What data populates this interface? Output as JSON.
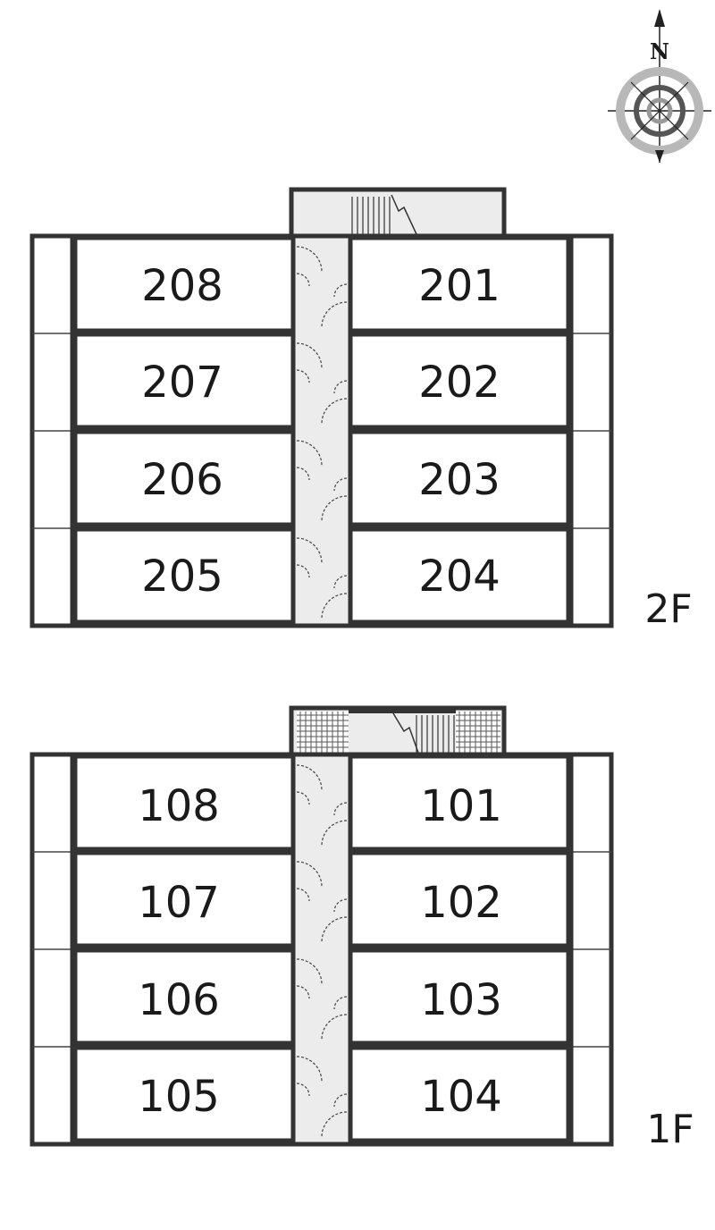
{
  "compass": {
    "letter": "N",
    "icon": "compass-north-icon"
  },
  "floors": [
    {
      "label": "2F",
      "left_rooms": [
        "208",
        "207",
        "206",
        "205"
      ],
      "right_rooms": [
        "201",
        "202",
        "203",
        "204"
      ]
    },
    {
      "label": "1F",
      "left_rooms": [
        "108",
        "107",
        "106",
        "105"
      ],
      "right_rooms": [
        "101",
        "102",
        "103",
        "104"
      ]
    }
  ],
  "colors": {
    "wall": "#333333",
    "corridor": "#ececec",
    "background": "#ffffff"
  }
}
